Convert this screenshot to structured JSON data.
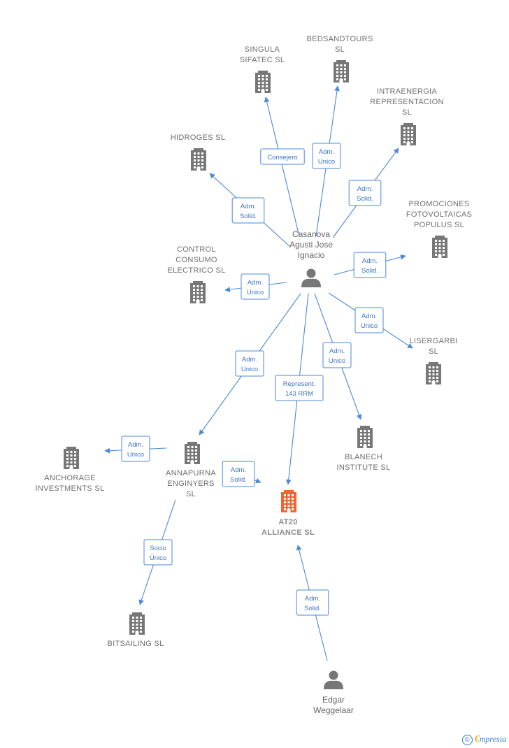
{
  "colors": {
    "building": "#777777",
    "focus": "#f26430",
    "person": "#777777",
    "edge": "#4a88d8"
  },
  "nodes": [
    {
      "id": "singula",
      "kind": "company",
      "lines": [
        "SINGULA",
        "SIFATEC  SL"
      ]
    },
    {
      "id": "bedsandtours",
      "kind": "company",
      "lines": [
        "BEDSANDTOURS",
        "SL"
      ]
    },
    {
      "id": "intraenergia",
      "kind": "company",
      "lines": [
        "INTRAENERGIA",
        "REPRESENTACION",
        "SL"
      ]
    },
    {
      "id": "hidroges",
      "kind": "company",
      "lines": [
        "HIDROGES  SL"
      ]
    },
    {
      "id": "promociones",
      "kind": "company",
      "lines": [
        "PROMOCIONES",
        "FOTOVOLTAICAS",
        "POPULUS SL"
      ]
    },
    {
      "id": "control",
      "kind": "company",
      "lines": [
        "CONTROL",
        "CONSUMO",
        "ELECTRICO SL"
      ]
    },
    {
      "id": "lisergarbi",
      "kind": "company",
      "lines": [
        "LISERGARBI",
        "SL"
      ]
    },
    {
      "id": "casanova",
      "kind": "person",
      "lines": [
        "Casanova",
        "Agusti Jose",
        "Ignacio"
      ]
    },
    {
      "id": "anchorage",
      "kind": "company",
      "lines": [
        "ANCHORAGE",
        "INVESTMENTS SL"
      ]
    },
    {
      "id": "annapurna",
      "kind": "company",
      "lines": [
        "ANNAPURNA",
        "ENGINYERS",
        "SL"
      ]
    },
    {
      "id": "blanech",
      "kind": "company",
      "lines": [
        "BLANECH",
        "INSTITUTE SL"
      ]
    },
    {
      "id": "at20",
      "kind": "focus",
      "lines": [
        "AT20",
        "ALLIANCE  SL"
      ]
    },
    {
      "id": "bitsailing",
      "kind": "company",
      "lines": [
        "BITSAILING  SL"
      ]
    },
    {
      "id": "edgar",
      "kind": "person",
      "lines": [
        "Edgar",
        "Weggelaar"
      ]
    }
  ],
  "edges": [
    {
      "from": "casanova",
      "to": "singula",
      "label": [
        "Consejero"
      ]
    },
    {
      "from": "casanova",
      "to": "bedsandtours",
      "label": [
        "Adm.",
        "Unico"
      ]
    },
    {
      "from": "casanova",
      "to": "intraenergia",
      "label": [
        "Adm.",
        "Solid."
      ]
    },
    {
      "from": "casanova",
      "to": "hidroges",
      "label": [
        "Adm.",
        "Solid."
      ]
    },
    {
      "from": "casanova",
      "to": "promociones",
      "label": [
        "Adm.",
        "Solid."
      ]
    },
    {
      "from": "casanova",
      "to": "control",
      "label": [
        "Adm.",
        "Unico"
      ]
    },
    {
      "from": "casanova",
      "to": "lisergarbi",
      "label": [
        "Adm.",
        "Unico"
      ]
    },
    {
      "from": "casanova",
      "to": "annapurna",
      "label": [
        "Adm.",
        "Unico"
      ]
    },
    {
      "from": "casanova",
      "to": "at20",
      "label": [
        "Represent.",
        "143 RRM"
      ]
    },
    {
      "from": "casanova",
      "to": "blanech",
      "label": [
        "Adm.",
        "Unico"
      ]
    },
    {
      "from": "annapurna",
      "to": "anchorage",
      "label": [
        "Adm.",
        "Unico"
      ]
    },
    {
      "from": "annapurna",
      "to": "at20",
      "label": [
        "Adm.",
        "Solid."
      ]
    },
    {
      "from": "annapurna",
      "to": "bitsailing",
      "label": [
        "Socio",
        "Único"
      ]
    },
    {
      "from": "edgar",
      "to": "at20",
      "label": [
        "Adm.",
        "Solid."
      ]
    }
  ],
  "footer": {
    "copyright": "©",
    "brand_initial": "€",
    "brand_rest": "mpresia"
  }
}
